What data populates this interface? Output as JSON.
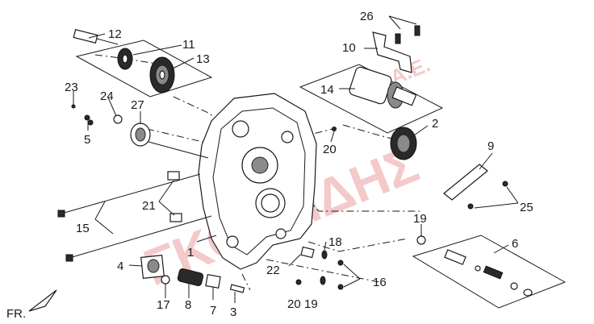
{
  "watermark": {
    "main": "ΓΚΟΥΣΙΔΗΣ",
    "suffix": "A.E."
  },
  "orientation": "FR.",
  "callouts": {
    "c1": "1",
    "c2": "2",
    "c3": "3",
    "c4": "4",
    "c5": "5",
    "c6": "6",
    "c7": "7",
    "c8": "8",
    "c9": "9",
    "c10": "10",
    "c11": "11",
    "c12": "12",
    "c13": "13",
    "c14": "14",
    "c15": "15",
    "c16": "16",
    "c17": "17",
    "c18": "18",
    "c19a": "19",
    "c19b": "19",
    "c20a": "20",
    "c20b": "20",
    "c21": "21",
    "c22": "22",
    "c23": "23",
    "c24": "24",
    "c25": "25",
    "c26": "26",
    "c27": "27"
  }
}
